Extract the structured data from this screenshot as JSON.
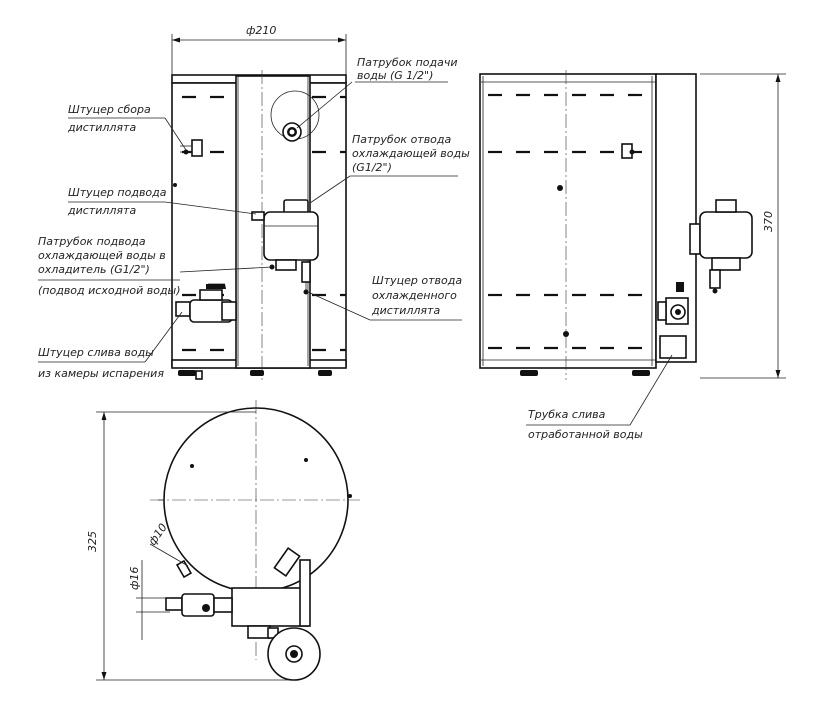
{
  "dimensions": {
    "width": "ф210",
    "height": "370",
    "depth": "325",
    "pipe_diameter_16": "ф16",
    "pipe_diameter_10": "ф10"
  },
  "labels": {
    "distillate_collection_fitting": [
      "Штуцер сбора",
      "дистиллята"
    ],
    "distillate_supply_fitting": [
      "Штуцер подвода",
      "дистиллята"
    ],
    "cooling_water_inlet_pipe": [
      "Патрубок подвода",
      "охлаждающей воды в",
      "охладитель (G1/2\")"
    ],
    "source_water_note": "(подвод исходной воды)",
    "chamber_drain_fitting": [
      "Штуцер слива воды",
      "из камеры испарения"
    ],
    "water_supply_pipe": [
      "Патрубок подачи",
      "воды (G 1/2\")"
    ],
    "cooling_water_outlet_pipe": [
      "Патрубок отвода",
      "охлаждающей воды",
      "(G1/2\")"
    ],
    "cooled_distillate_outlet_fitting": [
      "Штуцер отвода",
      "охлажденного",
      "дистиллята"
    ],
    "waste_water_drain_tube": [
      "Трубка слива",
      "отработанной воды"
    ]
  }
}
